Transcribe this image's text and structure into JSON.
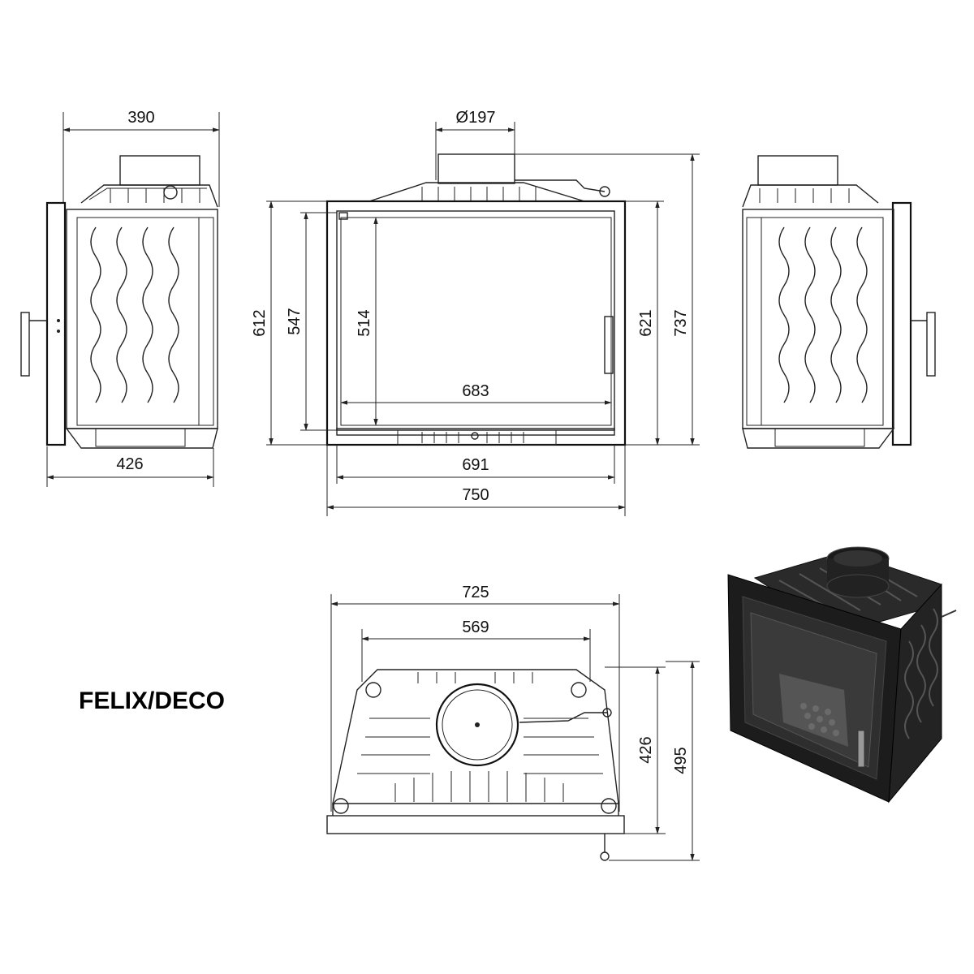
{
  "model_label": "FELIX/DECO",
  "side_left": {
    "top_width": "390",
    "bottom_width": "426"
  },
  "front": {
    "flue_diameter": "Ø197",
    "glass_width": "683",
    "door_width": "691",
    "overall_width": "750",
    "height_612": "612",
    "height_547": "547",
    "height_514": "514",
    "height_621": "621",
    "height_737": "737"
  },
  "top": {
    "overall_width": "725",
    "inner_width": "569",
    "depth_426": "426",
    "depth_495": "495"
  }
}
